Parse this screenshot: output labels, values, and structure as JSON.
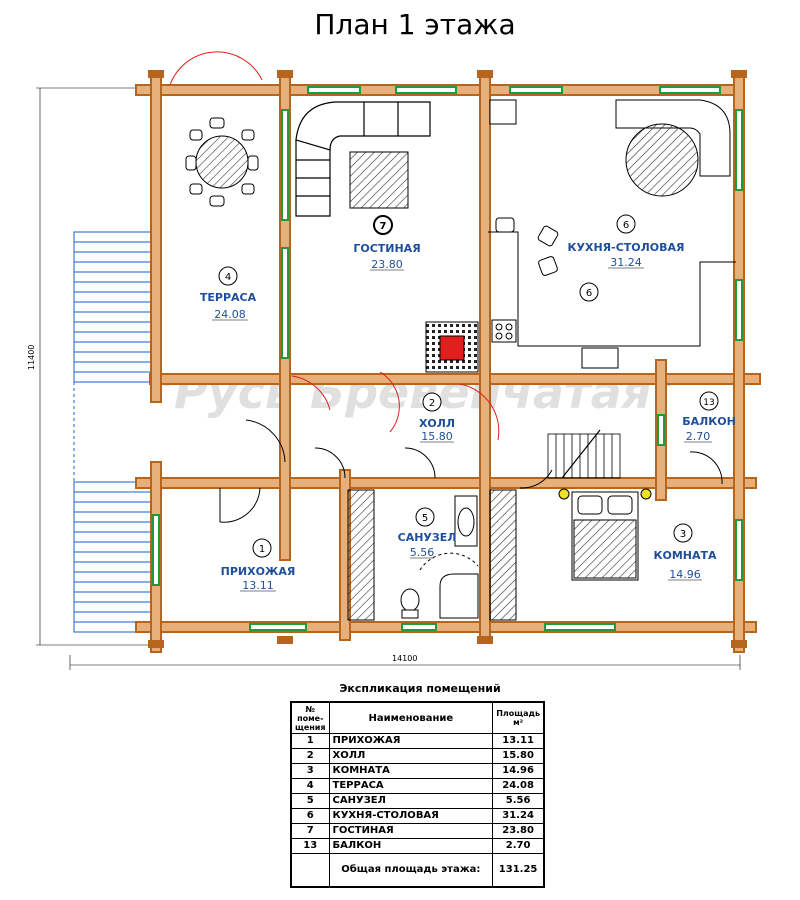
{
  "title": "План 1 этажа",
  "watermark": "\"Русь Бревенчатая\"",
  "dimensions": {
    "width": "14100",
    "height": "11400"
  },
  "rooms": [
    {
      "num": "1",
      "name": "ПРИХОЖАЯ",
      "area": "13.11"
    },
    {
      "num": "2",
      "name": "ХОЛЛ",
      "area": "15.80"
    },
    {
      "num": "3",
      "name": "КОМНАТА",
      "area": "14.96"
    },
    {
      "num": "4",
      "name": "ТЕРРАСА",
      "area": "24.08"
    },
    {
      "num": "5",
      "name": "САНУЗЕЛ",
      "area": "5.56"
    },
    {
      "num": "6",
      "name": "КУХНЯ-СТОЛОВАЯ",
      "area": "31.24"
    },
    {
      "num": "7",
      "name": "ГОСТИНАЯ",
      "area": "23.80"
    },
    {
      "num": "13",
      "name": "БАЛКОН",
      "area": "2.70"
    }
  ],
  "kitchen_extra_num": "6",
  "explication": {
    "title": "Экспликация помещений",
    "header_num": "№ поме- щения",
    "header_name": "Наименование",
    "header_area": "Площадь м²",
    "total_label": "Общая площадь этажа:",
    "total_value": "131.25"
  },
  "colors": {
    "log": "#b5651d",
    "log_light": "#e7b07a",
    "window": "#1e9b3a",
    "door_arc": "#e0201f",
    "label_blue": "#1f4e9c",
    "stair": "#1a5cc8"
  }
}
